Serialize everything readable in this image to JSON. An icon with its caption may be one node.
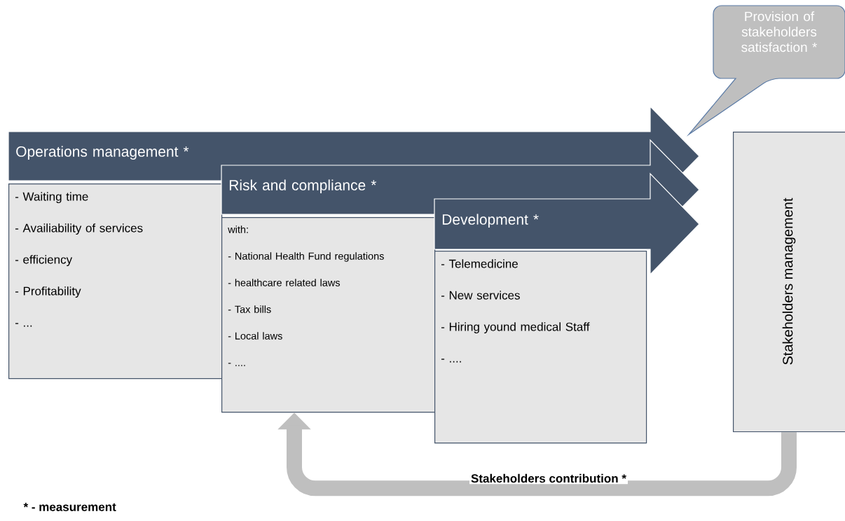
{
  "diagram": {
    "nodes": [
      {
        "text": [
          "Operations management *"
        ]
      },
      {
        "text": [
          "- Waiting time",
          "- Availiability of services",
          "- efficiency",
          "- Profitability",
          "- ..."
        ]
      },
      {
        "text": [
          "Risk and compliance *"
        ]
      },
      {
        "text": [
          "with:",
          "- National Health Fund regulations",
          "- healthcare related laws",
          "- Tax bills",
          "- Local laws",
          "- ...."
        ]
      },
      {
        "text": [
          "Development *"
        ]
      },
      {
        "text": [
          "- Telemedicine",
          "- New services",
          "- Hiring yound medical Staff",
          "- ...."
        ]
      },
      {
        "text": [
          "Stakeholders management"
        ]
      },
      {
        "text": [
          "Provision of stakeholders satisfaction *"
        ]
      }
    ],
    "edges": [
      {
        "from": 6,
        "to": 3,
        "arrow": "to",
        "label": "Stakeholders contribution *"
      }
    ],
    "labels": [
      "* - measurement"
    ]
  }
}
